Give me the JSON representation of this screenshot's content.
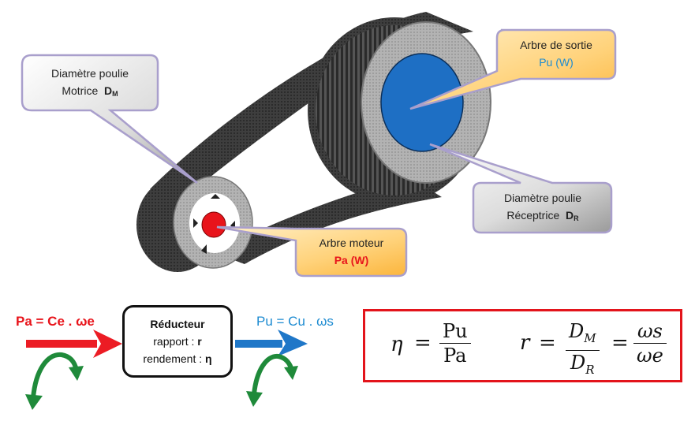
{
  "callouts": {
    "driving_pulley": {
      "line1": "Diamètre poulie",
      "line2": "Motrice",
      "symbol": "D",
      "subscript": "M"
    },
    "output_shaft": {
      "line1": "Arbre de sortie",
      "value": "Pu (W)"
    },
    "driven_pulley": {
      "line1": "Diamètre poulie",
      "line2": "Réceptrice",
      "symbol": "D",
      "subscript": "R"
    },
    "motor_shaft": {
      "line1": "Arbre moteur",
      "value": "Pa (W)"
    }
  },
  "flow": {
    "input_label": "Pa = Ce . ωe",
    "output_label": "Pu = Cu . ωs",
    "box": {
      "title": "Réducteur",
      "ratio_label": "rapport : ",
      "ratio_symbol": "r",
      "efficiency_label": "rendement : ",
      "efficiency_symbol": "η"
    }
  },
  "formulas": {
    "efficiency": {
      "lhs": "η",
      "eq": "=",
      "num": "Pu",
      "den": "Pa"
    },
    "ratio": {
      "lhs": "r",
      "eq1": "=",
      "num1": "D",
      "num1_sub": "M",
      "den1": "D",
      "den1_sub": "R",
      "eq2": "=",
      "num2": "ωs",
      "den2": "ωe"
    }
  },
  "colors": {
    "input_arrow": "#ec1c24",
    "output_arrow": "#1f77c8",
    "rotation_arrow": "#1f8a3a",
    "motor_shaft": "#e8141b",
    "output_shaft": "#1e6fc4",
    "formula_border": "#e3141b",
    "callout_border": "#9c8fc4"
  }
}
